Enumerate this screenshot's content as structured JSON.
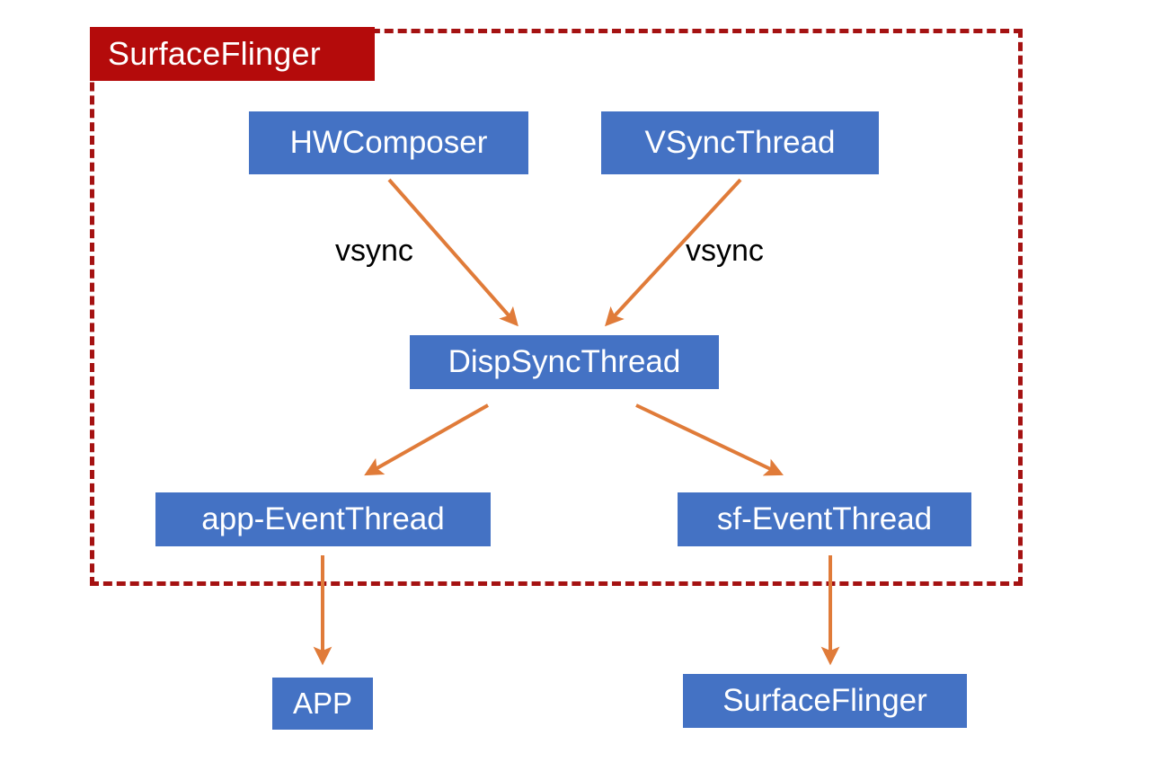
{
  "diagram": {
    "title": "SurfaceFlinger",
    "colors": {
      "boundary": "#A51212",
      "title_chip": "#B40B0B",
      "node": "#4472C4",
      "arrow": "#E07B39",
      "node_text": "#FFFFFF",
      "label_text": "#000000",
      "background": "#FFFFFF"
    },
    "boundary_label": "SurfaceFlinger",
    "nodes": {
      "hwcomposer": "HWComposer",
      "vsyncthread": "VSyncThread",
      "dispsyncthread": "DispSyncThread",
      "app_eventthread": "app-EventThread",
      "sf_eventthread": "sf-EventThread",
      "app": "APP",
      "surfaceflinger": "SurfaceFlinger"
    },
    "edge_labels": {
      "vsync_left": "vsync",
      "vsync_right": "vsync"
    },
    "edges": [
      {
        "from": "hwcomposer",
        "to": "dispsyncthread",
        "label": "vsync"
      },
      {
        "from": "vsyncthread",
        "to": "dispsyncthread",
        "label": "vsync"
      },
      {
        "from": "dispsyncthread",
        "to": "app_eventthread",
        "label": ""
      },
      {
        "from": "dispsyncthread",
        "to": "sf_eventthread",
        "label": ""
      },
      {
        "from": "app_eventthread",
        "to": "app",
        "label": ""
      },
      {
        "from": "sf_eventthread",
        "to": "surfaceflinger",
        "label": ""
      }
    ]
  }
}
